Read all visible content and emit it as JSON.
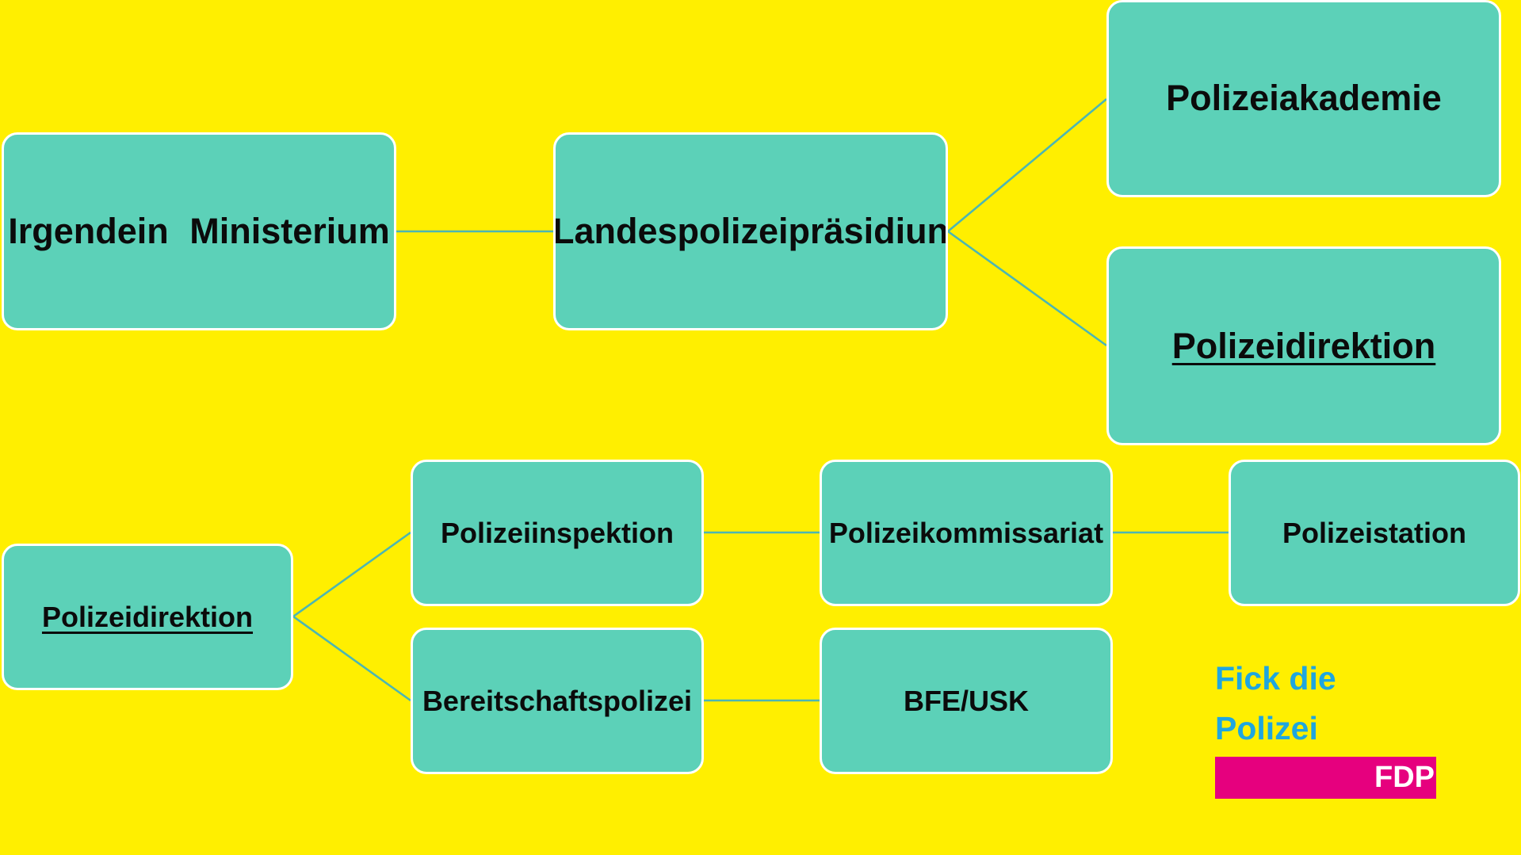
{
  "colors": {
    "background": "#ffef00",
    "node_fill": "#5cd1b8",
    "node_border": "#ffffff",
    "connector": "#4cb6b3",
    "slogan_text": "#1fa6df",
    "fdp_bar": "#e6007e"
  },
  "org_chart": {
    "ministerium": "Irgendein  Ministerium",
    "landespolizeipraesidium": "Landespolizeipräsidiun",
    "polizeiakademie": "Polizeiakademie",
    "polizeidirektion_top": "Polizeidirektion",
    "polizeidirektion_sub": "Polizeidirektion",
    "polizeiinspektion": "Polizeiinspektion",
    "polizeikommissariat": "Polizeikommissariat",
    "polizeistation": "Polizeistation",
    "bereitschaftspolizei": "Bereitschaftspolizei",
    "bfe_usk": "BFE/USK"
  },
  "logo": {
    "slogan_line1": "Fick die",
    "slogan_line2": "Polizei",
    "party": "FDP"
  }
}
